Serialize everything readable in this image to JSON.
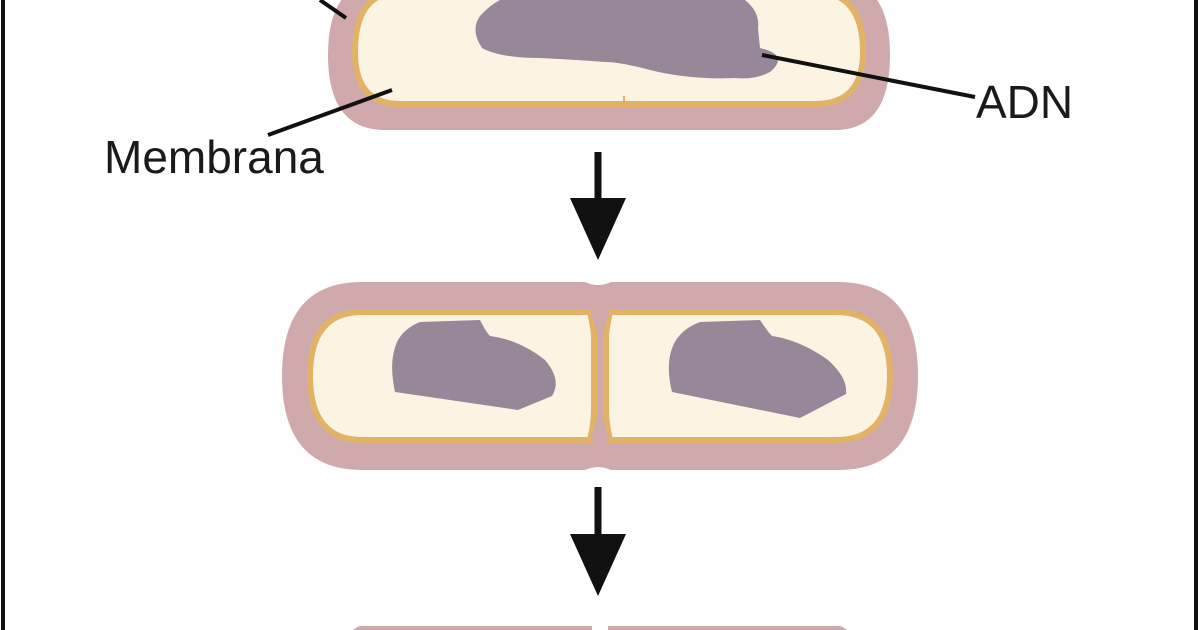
{
  "diagram": {
    "labels": {
      "membrane": "Membrana",
      "dna": "ADN"
    },
    "stages": [
      {
        "name": "parent-cell",
        "state": "single cell with DNA"
      },
      {
        "name": "dividing-cell",
        "state": "cell pinching with two DNA copies"
      },
      {
        "name": "daughter-cells",
        "state": "two separated cells (partially visible)"
      }
    ],
    "colors": {
      "cell_wall": "#cfa9ab",
      "membrane": "#e2b365",
      "cytoplasm": "#fbf4e2",
      "dna": "#968799",
      "lines": "#111111",
      "frame": "#111111"
    }
  }
}
